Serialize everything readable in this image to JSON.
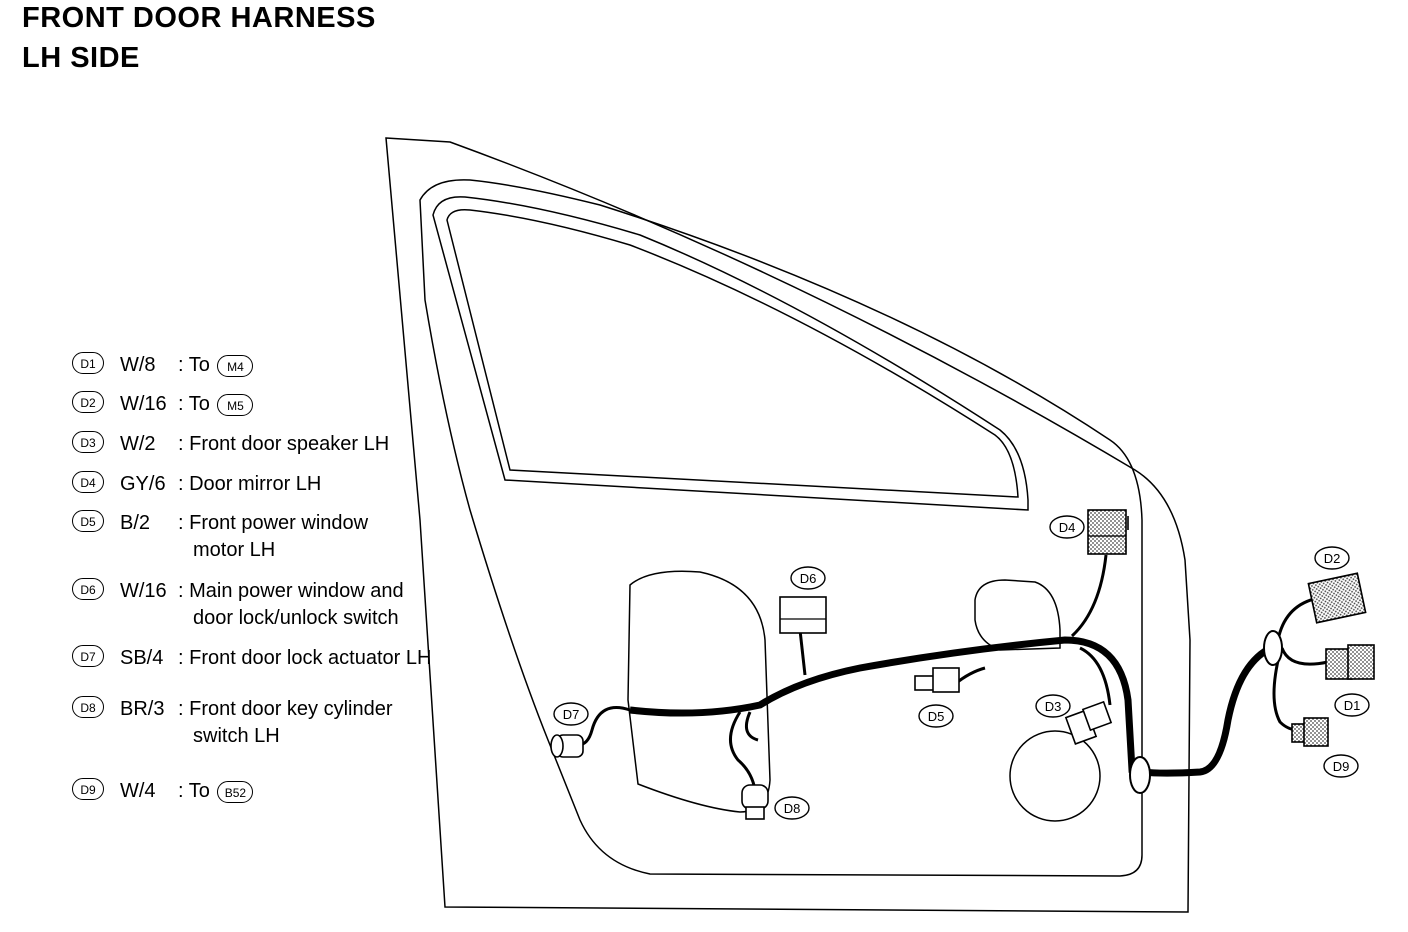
{
  "title": {
    "line1": "FRONT DOOR HARNESS",
    "line2": "LH SIDE"
  },
  "legend": [
    {
      "id": "D1",
      "wire": "W/8",
      "text": ": To",
      "to": "M4"
    },
    {
      "id": "D2",
      "wire": "W/16",
      "text": ": To",
      "to": "M5"
    },
    {
      "id": "D3",
      "wire": "W/2",
      "text": ": Front door speaker LH"
    },
    {
      "id": "D4",
      "wire": "GY/6",
      "text": ": Door mirror LH"
    },
    {
      "id": "D5",
      "wire": "B/2",
      "text": ": Front power window",
      "text2": "motor LH"
    },
    {
      "id": "D6",
      "wire": "W/16",
      "text": ": Main power window and",
      "text2": "door lock/unlock switch"
    },
    {
      "id": "D7",
      "wire": "SB/4",
      "text": ": Front door lock actuator LH"
    },
    {
      "id": "D8",
      "wire": "BR/3",
      "text": ": Front door key cylinder",
      "text2": "switch LH"
    },
    {
      "id": "D9",
      "wire": "W/4",
      "text": ": To",
      "to": "B52"
    }
  ],
  "connector_labels": {
    "d1": "D1",
    "d2": "D2",
    "d3": "D3",
    "d4": "D4",
    "d5": "D5",
    "d6": "D6",
    "d7": "D7",
    "d8": "D8",
    "d9": "D9"
  }
}
